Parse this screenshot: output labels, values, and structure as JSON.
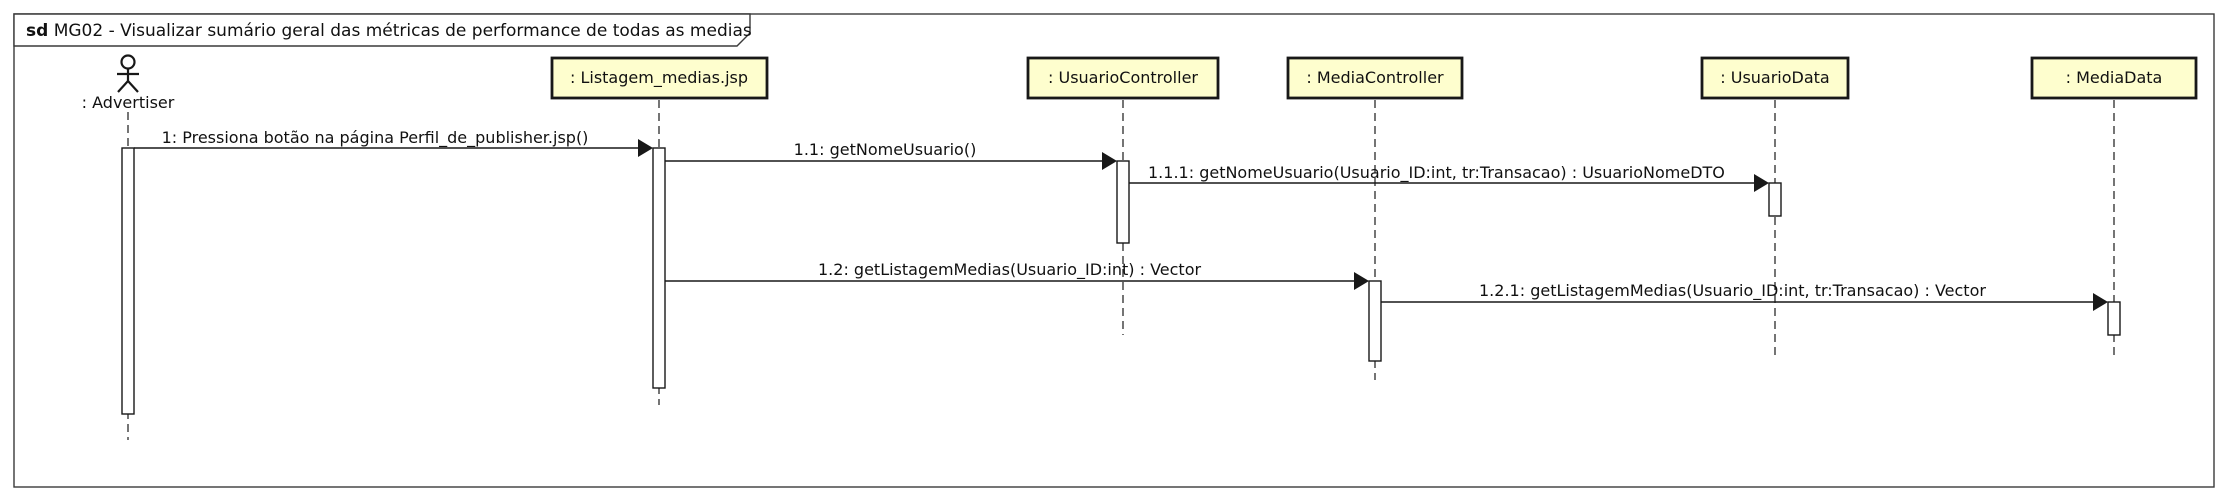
{
  "diagram": {
    "title_keyword": "sd",
    "title": "MG02 - Visualizar sumário geral das métricas de performance de todas as medias",
    "actor": {
      "label": ": Advertiser"
    },
    "participants": [
      {
        "label": ": Listagem_medias.jsp"
      },
      {
        "label": ": UsuarioController"
      },
      {
        "label": ": MediaController"
      },
      {
        "label": ": UsuarioData"
      },
      {
        "label": ": MediaData"
      }
    ],
    "messages": [
      {
        "label": "1: Pressiona botão na página Perfil_de_publisher.jsp()",
        "from": ": Advertiser",
        "to": ": Listagem_medias.jsp"
      },
      {
        "label": "1.1: getNomeUsuario()",
        "from": ": Listagem_medias.jsp",
        "to": ": UsuarioController"
      },
      {
        "label": "1.1.1: getNomeUsuario(Usuario_ID:int, tr:Transacao) : UsuarioNomeDTO",
        "from": ": UsuarioController",
        "to": ": UsuarioData"
      },
      {
        "label": "1.2: getListagemMedias(Usuario_ID:int) : Vector",
        "from": ": Listagem_medias.jsp",
        "to": ": MediaController"
      },
      {
        "label": "1.2.1: getListagemMedias(Usuario_ID:int, tr:Transacao) : Vector",
        "from": ": MediaController",
        "to": ": MediaData"
      }
    ]
  }
}
